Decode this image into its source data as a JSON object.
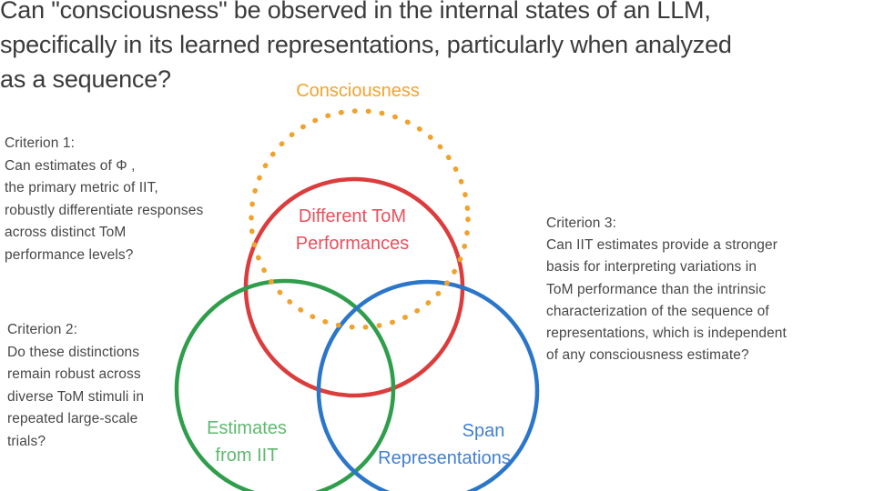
{
  "title": "Can \"consciousness\" be observed in the internal states of an LLM,\nspecifically in its learned representations, particularly when analyzed\nas a sequence?",
  "criteria": {
    "c1": "Criterion 1:\nCan estimates of Φ ,\nthe primary metric of IIT,\nrobustly differentiate responses\nacross distinct ToM\nperformance levels?",
    "c2": "Criterion 2:\nDo these distinctions\nremain robust across\ndiverse ToM stimuli in\nrepeated large-scale\ntrials?",
    "c3": "Criterion 3:\nCan IIT estimates provide a stronger\nbasis for interpreting variations in\nToM performance than the intrinsic\ncharacterization of the sequence of\nrepresentations, which is independent\nof any consciousness estimate?"
  },
  "venn": {
    "consciousness_label": "Consciousness",
    "red_label": {
      "line1": "Different ToM",
      "line2": "Performances"
    },
    "green_label": {
      "line1": "Estimates",
      "line2": "from IIT"
    },
    "blue_label": {
      "line1": "Span",
      "line2": "Representations"
    }
  },
  "colors": {
    "orange": "#F0A22E",
    "orange_text": "#F2A32C",
    "red": "#DC3C3C",
    "red_text": "#E8505C",
    "green": "#2F9E4C",
    "green_text": "#5FB96E",
    "blue": "#2B76C9",
    "blue_text": "#4080D0",
    "title_text": "#3B3B3B",
    "body_text": "#474747"
  }
}
